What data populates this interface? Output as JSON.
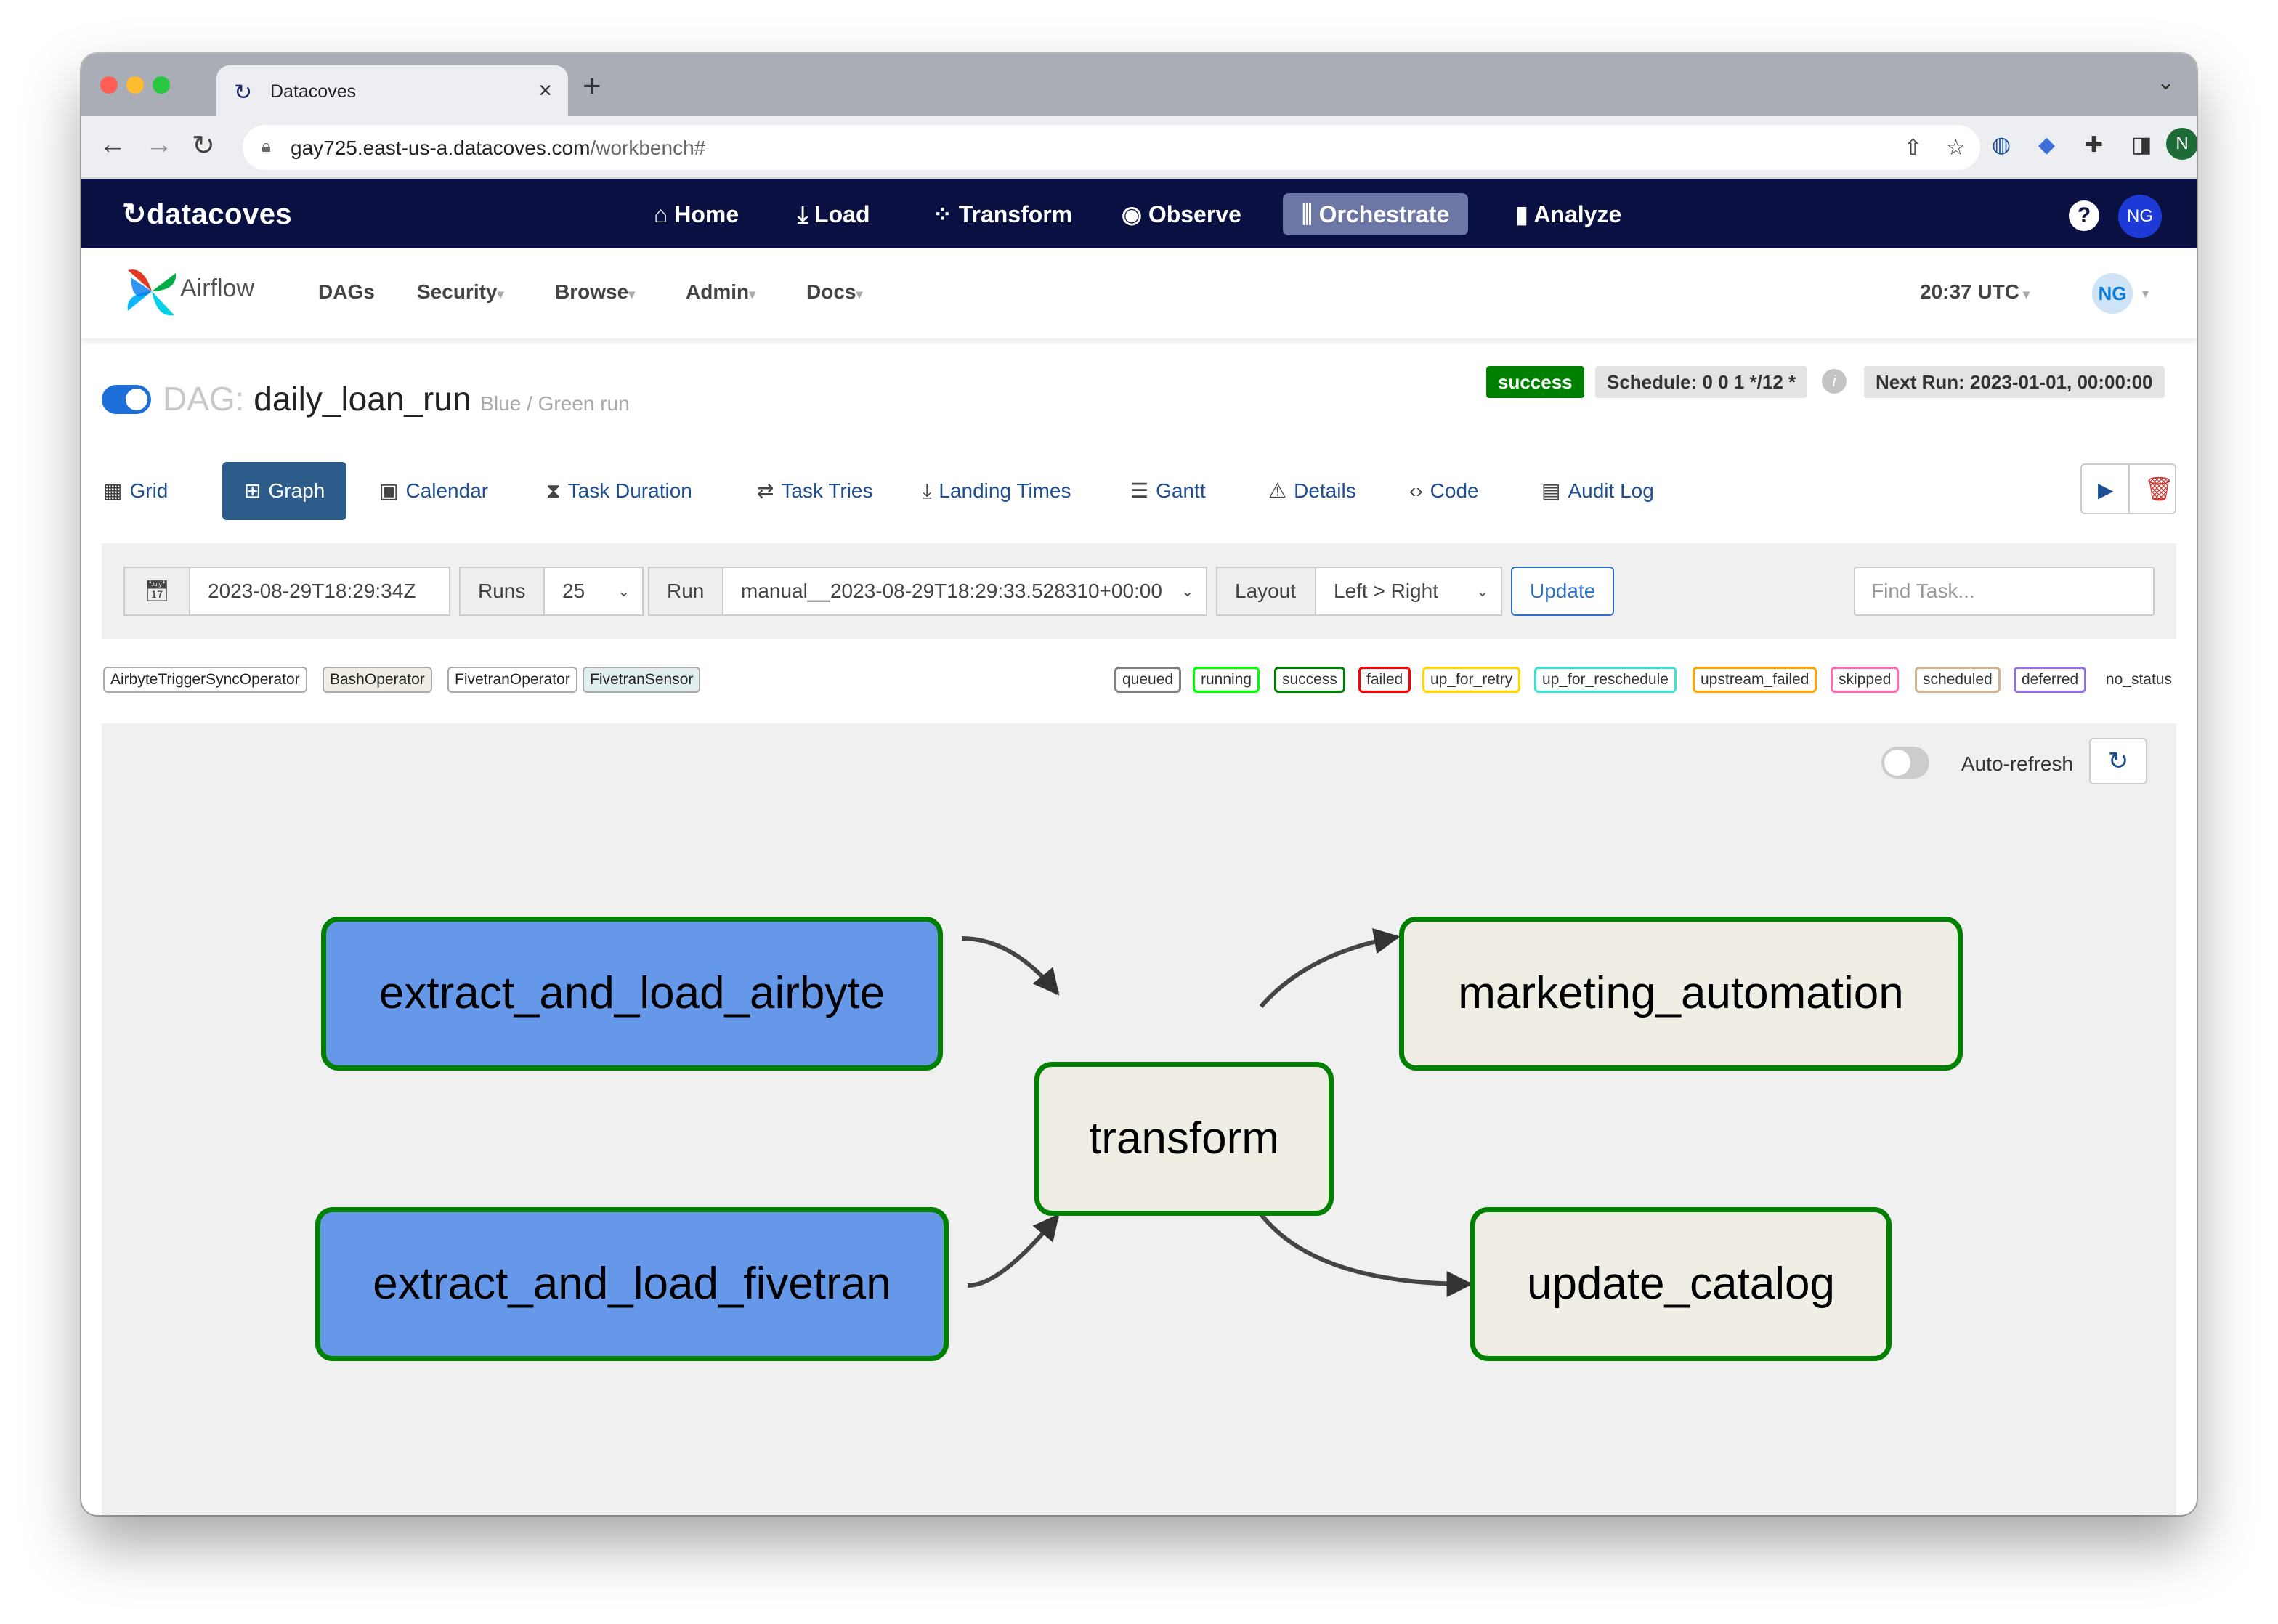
{
  "browser": {
    "tab_title": "Datacoves",
    "url_host": "gay725.east-us-a.datacoves.com",
    "url_path": "/workbench#",
    "profile_initial": "N"
  },
  "datacoves_nav": {
    "logo": "datacoves",
    "items": [
      {
        "label": "Home",
        "icon": "home-icon",
        "glyph": "⌂"
      },
      {
        "label": "Load",
        "icon": "load-icon",
        "glyph": "⤓"
      },
      {
        "label": "Transform",
        "icon": "transform-icon",
        "glyph": "⁘"
      },
      {
        "label": "Observe",
        "icon": "eye-icon",
        "glyph": "◉"
      },
      {
        "label": "Orchestrate",
        "icon": "orchestrate-icon",
        "glyph": "⫼",
        "active": true
      },
      {
        "label": "Analyze",
        "icon": "bar-chart-icon",
        "glyph": "▮"
      }
    ],
    "help": "?",
    "user_initials": "NG",
    "color": "#0a1142"
  },
  "airflow_nav": {
    "brand": "Airflow",
    "items": [
      "DAGs",
      "Security",
      "Browse",
      "Admin",
      "Docs"
    ],
    "clock": "20:37 UTC",
    "user_initials": "NG"
  },
  "dag": {
    "label": "DAG:",
    "name": "daily_loan_run",
    "description": "Blue / Green run",
    "status": "success",
    "schedule": "Schedule: 0 0 1 */12 *",
    "next_run": "Next Run: 2023-01-01, 00:00:00"
  },
  "view_tabs": [
    {
      "label": "Grid",
      "icon": "grid-icon",
      "glyph": "▦"
    },
    {
      "label": "Graph",
      "icon": "graph-icon",
      "glyph": "⊞",
      "active": true
    },
    {
      "label": "Calendar",
      "icon": "calendar-icon",
      "glyph": "▣"
    },
    {
      "label": "Task Duration",
      "icon": "hourglass-icon",
      "glyph": "⧗"
    },
    {
      "label": "Task Tries",
      "icon": "retry-icon",
      "glyph": "⇄"
    },
    {
      "label": "Landing Times",
      "icon": "landing-icon",
      "glyph": "⤓"
    },
    {
      "label": "Gantt",
      "icon": "gantt-icon",
      "glyph": "☰"
    },
    {
      "label": "Details",
      "icon": "warning-triangle-icon",
      "glyph": "⚠"
    },
    {
      "label": "Code",
      "icon": "code-icon",
      "glyph": "‹›"
    },
    {
      "label": "Audit Log",
      "icon": "file-icon",
      "glyph": "▤"
    }
  ],
  "filters": {
    "base_date": "2023-08-29T18:29:34Z",
    "runs_label": "Runs",
    "runs_value": "25",
    "run_label": "Run",
    "run_value": "manual__2023-08-29T18:29:33.528310+00:00",
    "layout_label": "Layout",
    "layout_value": "Left > Right",
    "update_label": "Update",
    "find_placeholder": "Find Task..."
  },
  "operators": [
    {
      "label": "AirbyteTriggerSyncOperator",
      "color": "#ffffff"
    },
    {
      "label": "BashOperator",
      "color": "#f0ede4"
    },
    {
      "label": "FivetranOperator",
      "color": "#ffffff"
    },
    {
      "label": "FivetranSensor",
      "color": "#e0eef0"
    }
  ],
  "states": [
    {
      "label": "queued",
      "color": "#808080"
    },
    {
      "label": "running",
      "color": "#00ff00"
    },
    {
      "label": "success",
      "color": "#008000"
    },
    {
      "label": "failed",
      "color": "#ff0000"
    },
    {
      "label": "up_for_retry",
      "color": "#ffd700"
    },
    {
      "label": "up_for_reschedule",
      "color": "#40e0d0"
    },
    {
      "label": "upstream_failed",
      "color": "#ffa500"
    },
    {
      "label": "skipped",
      "color": "#ff69b4"
    },
    {
      "label": "scheduled",
      "color": "#d2b48c"
    },
    {
      "label": "deferred",
      "color": "#9370db"
    },
    {
      "label": "no_status",
      "color": "none"
    }
  ],
  "graph": {
    "auto_refresh_label": "Auto-refresh",
    "nodes": [
      {
        "id": "extract_and_load_airbyte",
        "label": "extract_and_load_airbyte",
        "operator": "airbyte",
        "state": "success"
      },
      {
        "id": "extract_and_load_fivetran",
        "label": "extract_and_load_fivetran",
        "operator": "fivetran",
        "state": "success"
      },
      {
        "id": "transform",
        "label": "transform",
        "operator": "bash",
        "state": "success"
      },
      {
        "id": "marketing_automation",
        "label": "marketing_automation",
        "operator": "bash",
        "state": "success"
      },
      {
        "id": "update_catalog",
        "label": "update_catalog",
        "operator": "bash",
        "state": "success"
      }
    ],
    "edges": [
      {
        "from": "extract_and_load_airbyte",
        "to": "transform"
      },
      {
        "from": "extract_and_load_fivetran",
        "to": "transform"
      },
      {
        "from": "transform",
        "to": "marketing_automation"
      },
      {
        "from": "transform",
        "to": "update_catalog"
      }
    ]
  }
}
